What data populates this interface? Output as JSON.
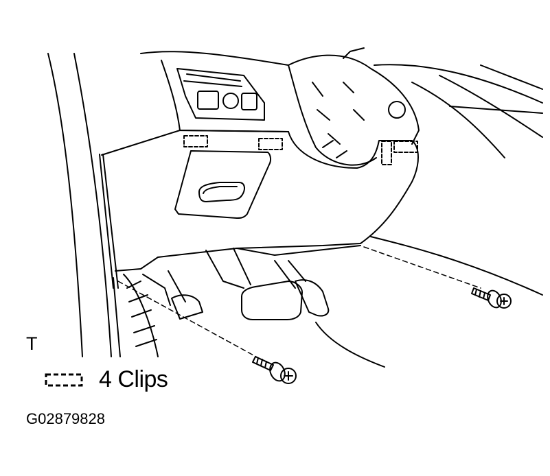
{
  "diagram": {
    "view_letter": "T",
    "legend": {
      "symbol": "clip-symbol",
      "text": "4 Clips"
    },
    "figure_code": "G02879828",
    "line_color": "#000000",
    "background": "#ffffff"
  }
}
